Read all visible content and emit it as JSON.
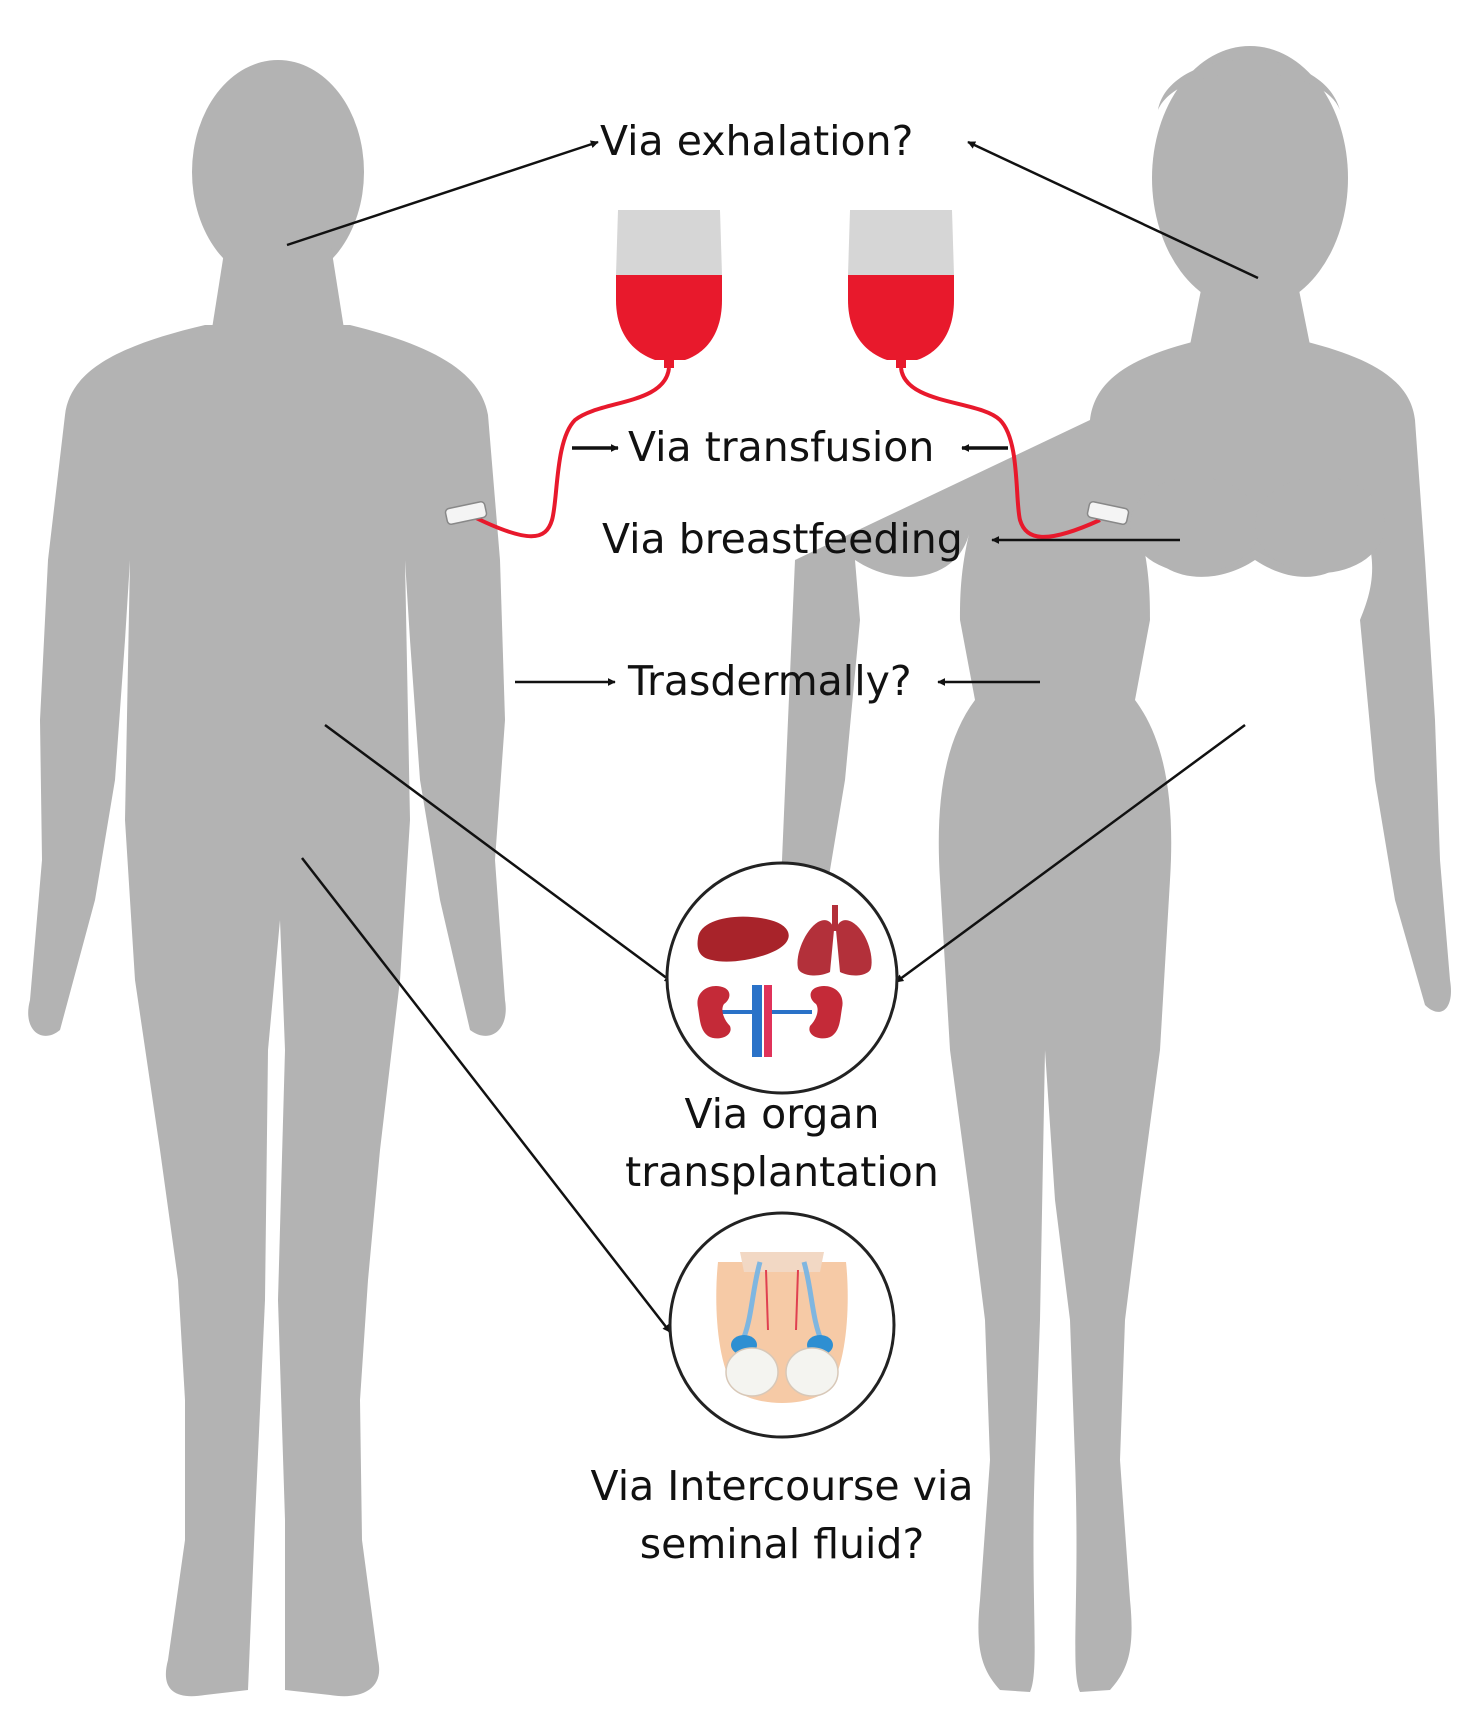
{
  "labels": {
    "exhalation": "Via exhalation?",
    "transfusion": "Via transfusion",
    "breastfeeding": "Via breastfeeding",
    "transdermal": "Trasdermally?",
    "organ_line1": "Via organ",
    "organ_line2": "transplantation",
    "intercourse_line1": "Via Intercourse via",
    "intercourse_line2": "seminal fluid?"
  },
  "colors": {
    "silhouette": "#b3b3b3",
    "blood": "#e8192c",
    "bag": "#d6d6d6",
    "arrow": "#111111",
    "circle_stroke": "#222222"
  },
  "icons": {
    "male": "male-silhouette-icon",
    "female": "female-silhouette-icon",
    "blood_bag": "blood-bag-icon",
    "organs": "organs-icon",
    "reproductive": "male-reproductive-icon"
  }
}
